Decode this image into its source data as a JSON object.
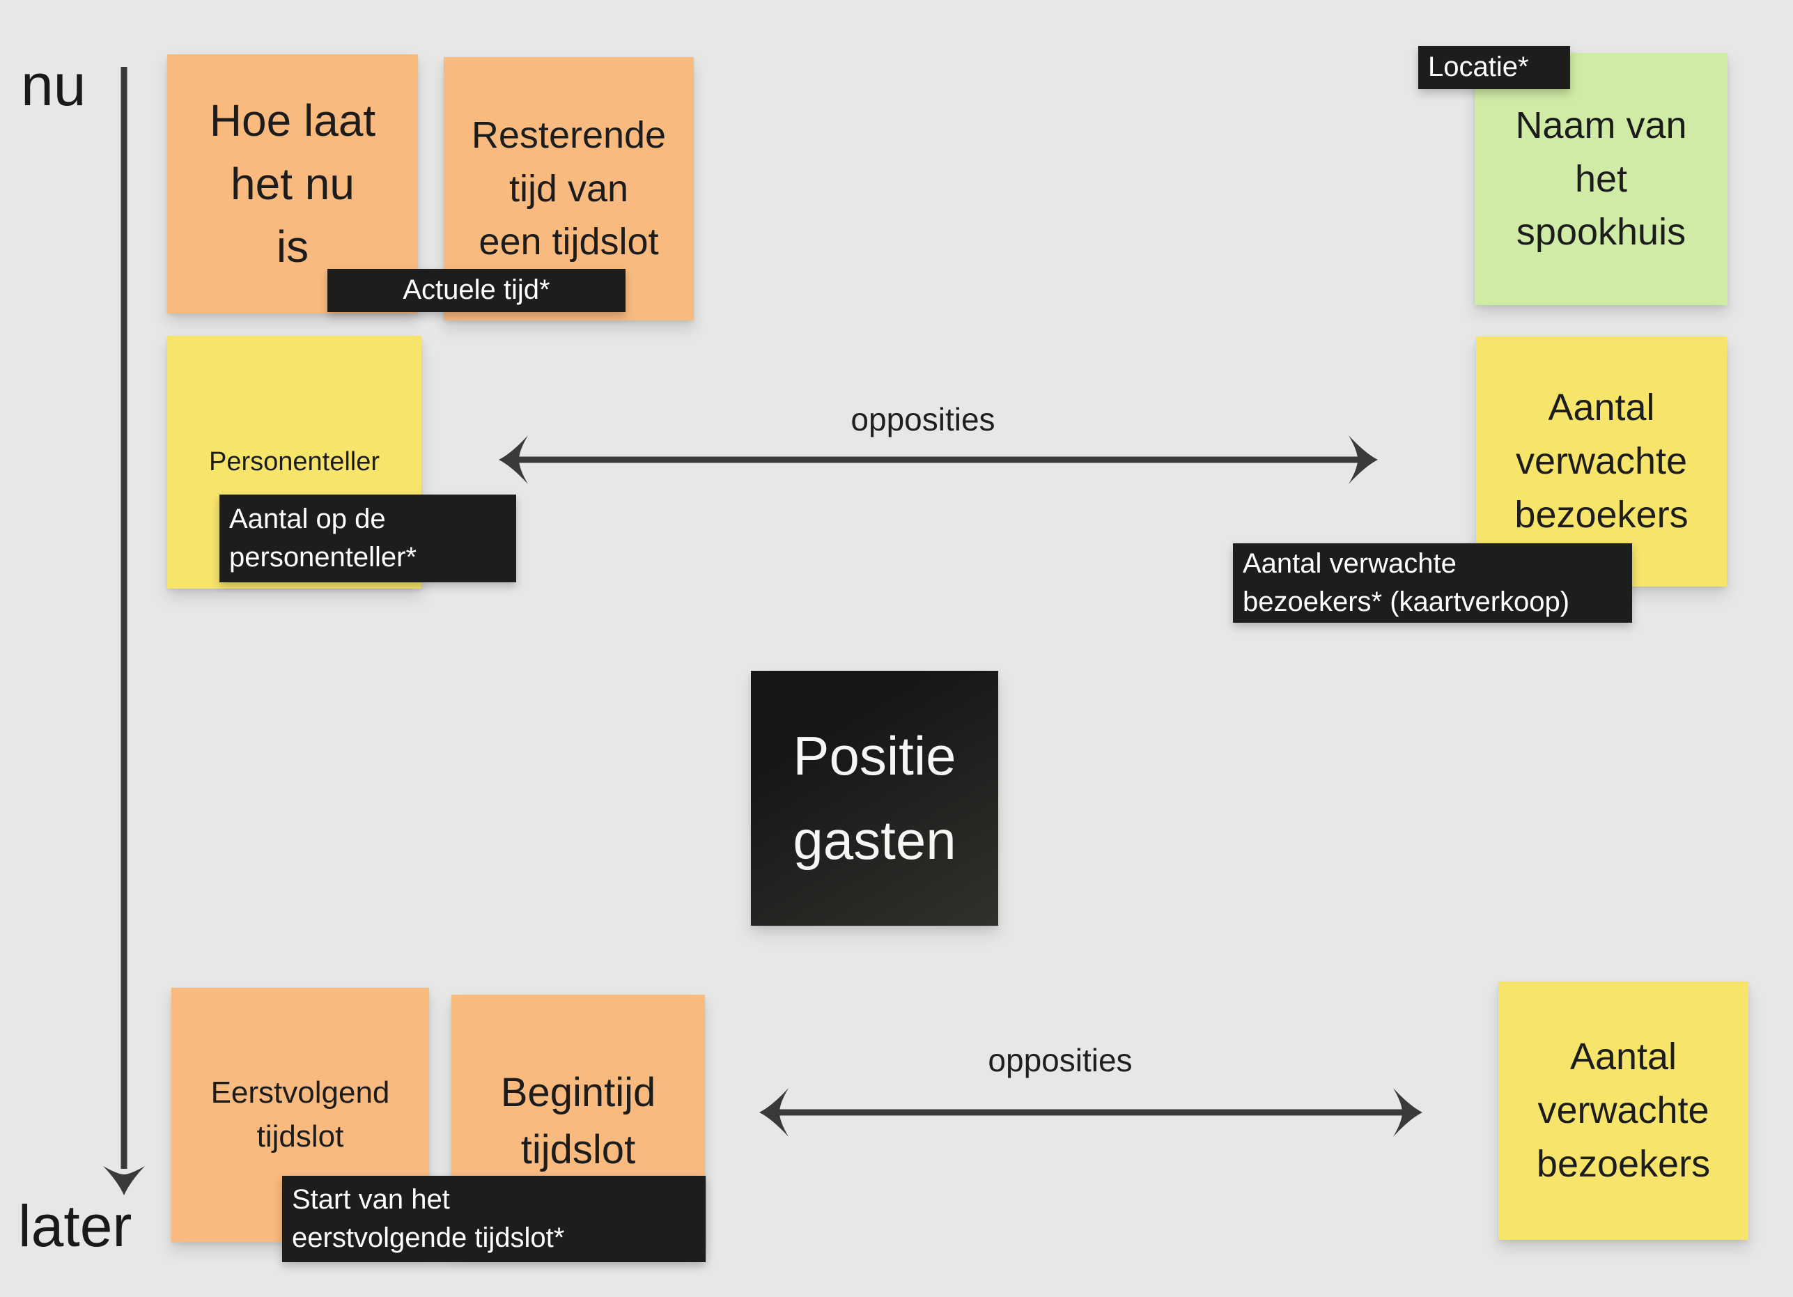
{
  "colors": {
    "canvas_bg": "#E7E7E6",
    "orange": "#F8BA7F",
    "yellow": "#F7E46B",
    "green": "#CFEBA6",
    "dark_note_top": "#161616",
    "dark_note_bottom": "#31302C",
    "tag_bg": "#1D1D1D",
    "tag_text": "#FFFFFF",
    "note_text": "#1C1C1C",
    "arrow": "#3A3A3A"
  },
  "timeline": {
    "start_label": "nu",
    "end_label": "later"
  },
  "notes": {
    "hoe_laat": {
      "text": "Hoe laat\nhet nu\nis",
      "color": "#F8BA7F"
    },
    "resterende": {
      "text": "Resterende\ntijd van\neen tijdslot",
      "color": "#F8BA7F"
    },
    "personenteller": {
      "text": "Personenteller",
      "color": "#F7E46B"
    },
    "naam_spookhuis": {
      "text": "Naam van\nhet\nspookhuis",
      "color": "#CFEBA6"
    },
    "aantal_verwachte_boven": {
      "text": "Aantal\nverwachte\nbezoekers",
      "color": "#F7E46B"
    },
    "positie_gasten": {
      "text": "Positie\ngasten",
      "color": "#1D1D1C"
    },
    "eerstvolgend": {
      "text": "Eerstvolgend\ntijdslot",
      "color": "#F8BA7F"
    },
    "begintijd": {
      "text": "Begintijd\ntijdslot",
      "color": "#F8BA7F"
    },
    "aantal_verwachte_onder": {
      "text": "Aantal\nverwachte\nbezoekers",
      "color": "#F7E46B"
    }
  },
  "tags": {
    "actuele_tijd": {
      "text": "Actuele tijd*"
    },
    "aantal_personenteller": {
      "text": "Aantal op de\npersonenteller*"
    },
    "locatie": {
      "text": "Locatie*"
    },
    "aantal_verwachte_kaartverkoop": {
      "text": "Aantal verwachte\nbezoekers* (kaartverkoop)"
    },
    "start_tijdslot": {
      "text": "Start van het\neerstvolgende tijdslot*"
    }
  },
  "arrows": {
    "boven": {
      "label": "opposities"
    },
    "onder": {
      "label": "opposities"
    }
  }
}
